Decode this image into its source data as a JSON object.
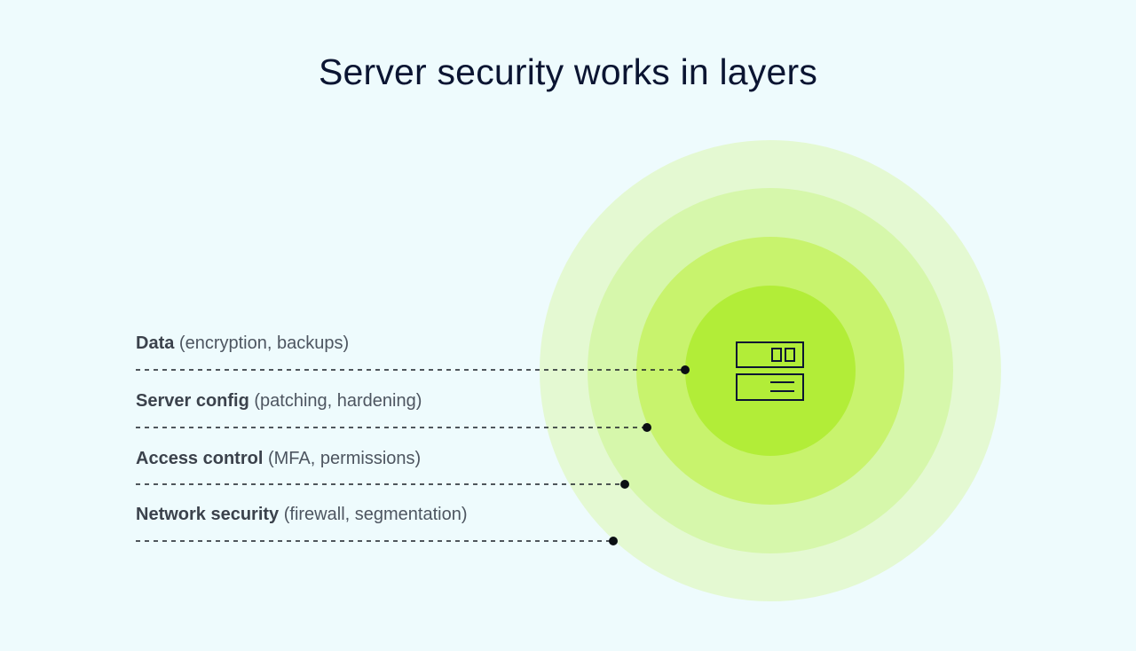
{
  "title": "Server security works in layers",
  "colors": {
    "background": "#eefbfd",
    "ring_outer": "#e4f9d2",
    "ring_3": "#d6f7ab",
    "ring_2": "#c8f36d",
    "ring_1": "#b6ee40",
    "core": "#a8ea1f",
    "ink": "#0b1532"
  },
  "center_icon": "server-icon",
  "layers": [
    {
      "name": "Data",
      "detail": "(encryption, backups)"
    },
    {
      "name": "Server config",
      "detail": "(patching, hardening)"
    },
    {
      "name": "Access control",
      "detail": "(MFA, permissions)"
    },
    {
      "name": "Network security",
      "detail": "(firewall, segmentation)"
    }
  ]
}
